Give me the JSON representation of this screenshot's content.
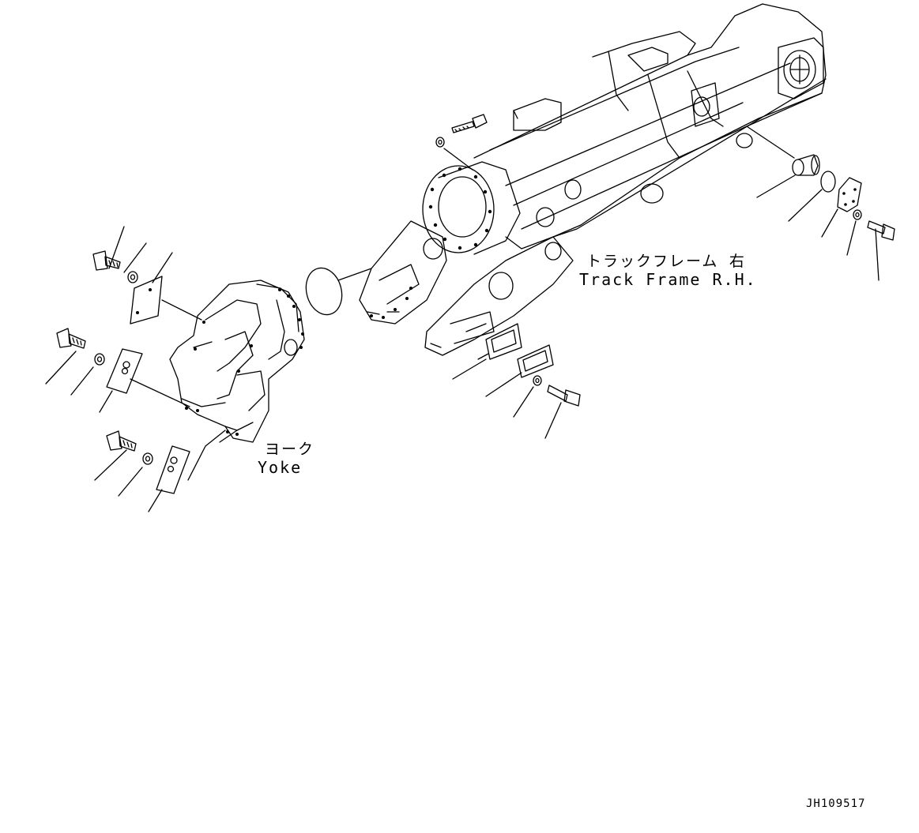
{
  "labels": {
    "track_frame_jp": "トラックフレーム 右",
    "track_frame_en": "Track Frame R.H.",
    "yoke_jp": "ヨーク",
    "yoke_en": "Yoke",
    "drawing_code": "JH109517"
  },
  "colors": {
    "line": "#000000",
    "background": "#ffffff"
  }
}
